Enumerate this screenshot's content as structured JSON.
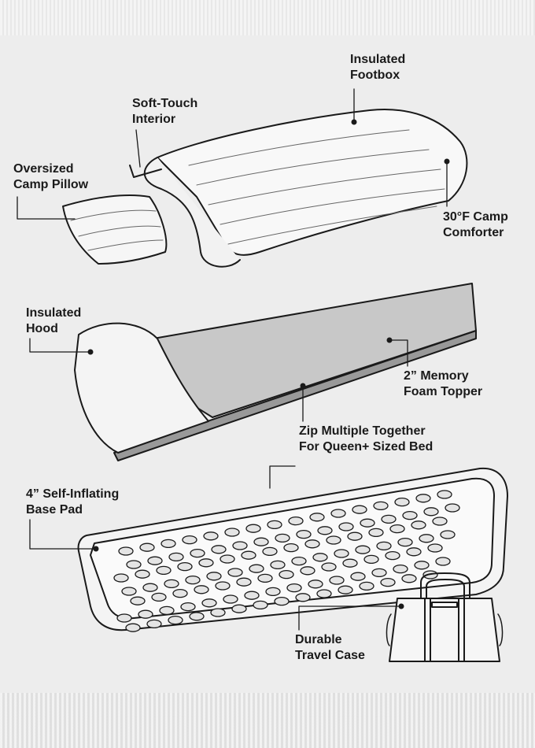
{
  "labels": {
    "footbox": [
      "Insulated",
      "Footbox"
    ],
    "interior": [
      "Soft-Touch",
      "Interior"
    ],
    "pillow": [
      "Oversized",
      "Camp Pillow"
    ],
    "comforter": [
      "30°F Camp",
      "Comforter"
    ],
    "hood": [
      "Insulated",
      "Hood"
    ],
    "topper": [
      "2” Memory",
      "Foam Topper"
    ],
    "zip": [
      "Zip Multiple Together",
      "For Queen+ Sized Bed"
    ],
    "base_pad": [
      "4” Self-Inflating",
      "Base Pad"
    ],
    "travel_case": [
      "Durable",
      "Travel Case"
    ]
  },
  "colors": {
    "ink": "#1a1a1a",
    "foam": "#c8c8c8",
    "paper": "#ededed"
  }
}
